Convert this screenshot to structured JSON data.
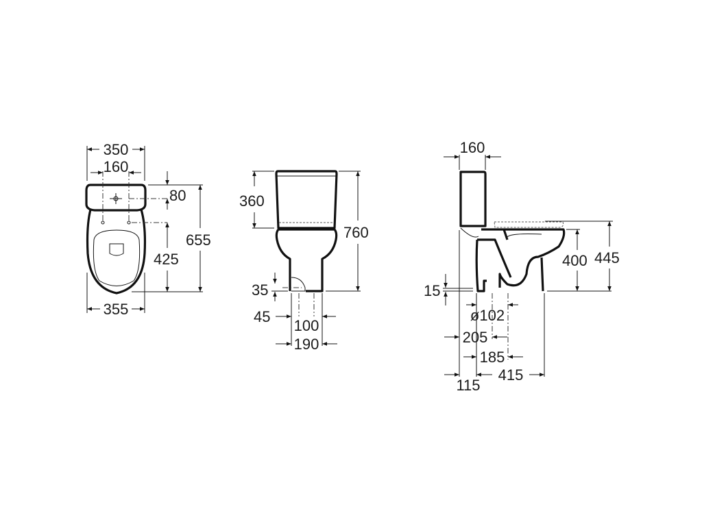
{
  "top_view": {
    "width_tank": "350",
    "fixing_spacing": "160",
    "tank_hole_offset": "80",
    "total_length": "655",
    "fixing_to_front": "425",
    "width_bowl": "355"
  },
  "front_view": {
    "tank_height": "360",
    "total_height": "760",
    "inlet_height": "35",
    "inlet_offset": "45",
    "floor_fix_spacing": "100",
    "base_width": "190"
  },
  "side_view": {
    "tank_depth": "160",
    "seat_height": "400",
    "seat_height_with_lid": "445",
    "outlet_height": "15",
    "outlet_diameter": "ø102",
    "wall_to_outlet": "205",
    "outlet_to_fixing": "185",
    "base_length": "415",
    "wall_to_base": "115"
  }
}
